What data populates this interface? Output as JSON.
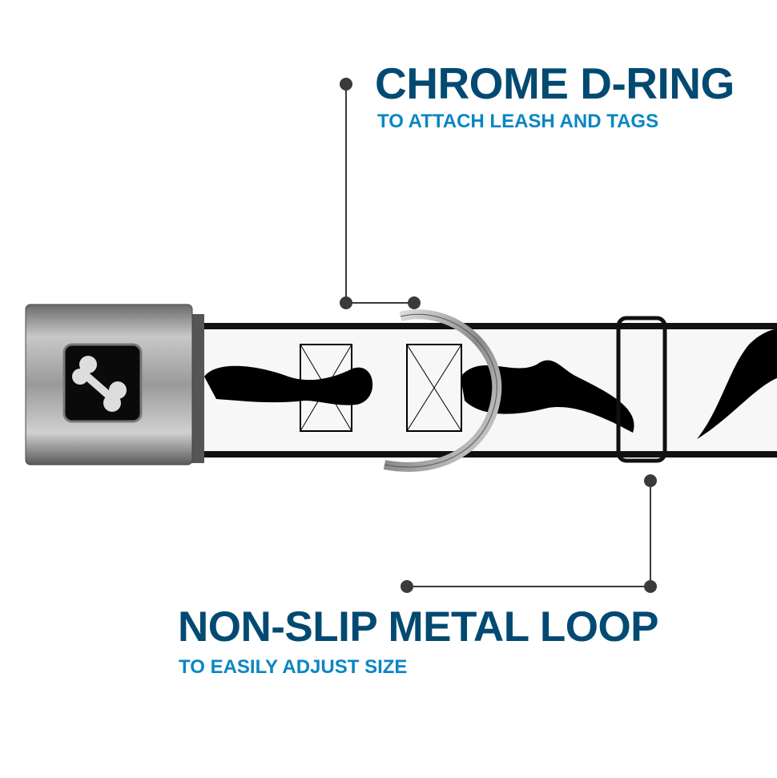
{
  "callouts": {
    "d_ring": {
      "title": "CHROME D-RING",
      "subtitle": "TO ATTACH LEASH AND TAGS"
    },
    "metal_loop": {
      "title": "NON-SLIP METAL LOOP",
      "subtitle": "TO EASILY ADJUST SIZE"
    }
  },
  "colors": {
    "title": "#034a72",
    "subtitle": "#0a86c2",
    "callout_line": "#3a3a3a"
  }
}
